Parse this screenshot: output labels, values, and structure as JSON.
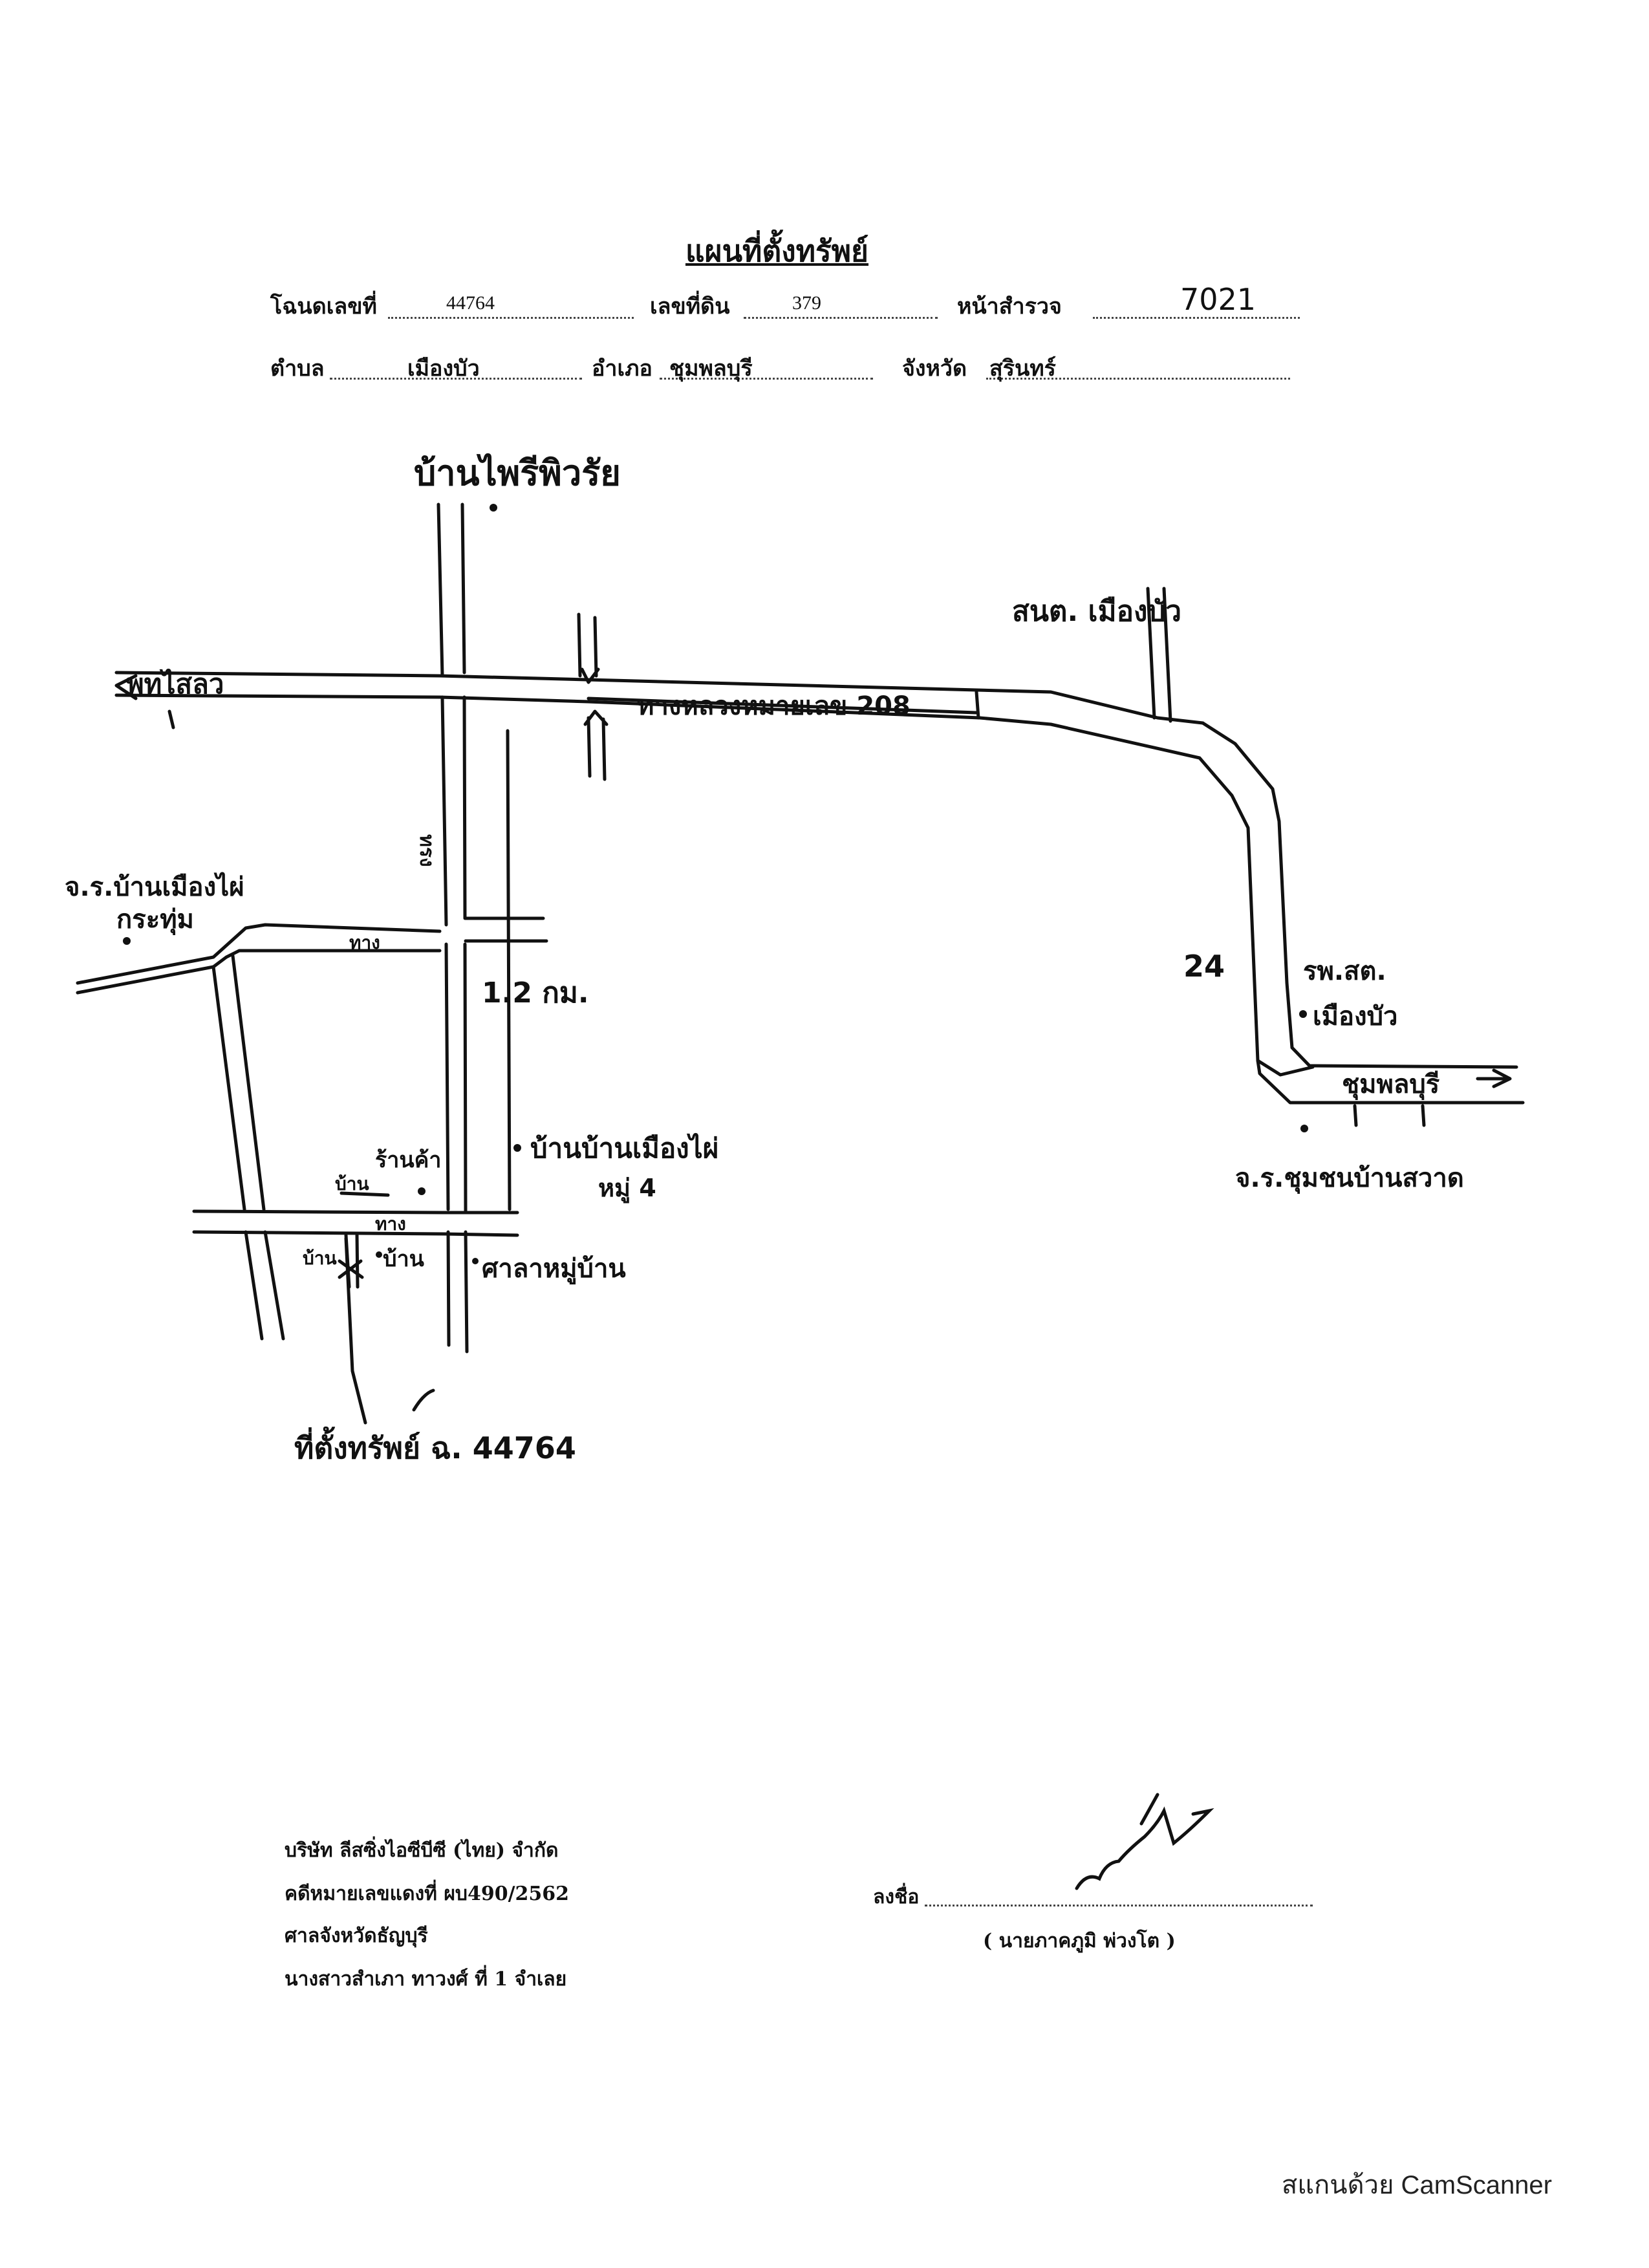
{
  "header": {
    "title": "แผนที่ตั้งทรัพย์",
    "deed_label": "โฉนดเลขที่",
    "deed_no": "44764",
    "land_no_label": "เลขที่ดิน",
    "land_no": "379",
    "survey_page_label": "หน้าสำรวจ",
    "survey_page": "7021",
    "subdistrict_label": "ตำบล",
    "subdistrict": "เมืองบัว",
    "district_label": "อำเภอ",
    "district": "ชุมพลบุรี",
    "province_label": "จังหวัด",
    "province": "สุรินทร์"
  },
  "map": {
    "village_north": "บ้านไพรีพิวรัย",
    "west_arrow": "พทไสลว",
    "highway": "ทางหลวงหมายเลข 208",
    "school_north": "สนต. เมืองบัว",
    "road_side": "ทรง",
    "school_west_1": "จ.ร.บ้านเมืองไผ่",
    "school_west_2": "กระทุ่ม",
    "road_short": "ทาง",
    "distance": "1.2 กม.",
    "cross_road": "ทาง",
    "village_center_1": "บ้านบ้านเมืองไผ่",
    "village_center_2": "หมู่ 4",
    "shop_1": "ร้านค้า",
    "shop_2": "บ้าน",
    "house_left": "บ้าน",
    "house_right": "บ้าน",
    "hall": "ศาลาหมู่บ้าน",
    "property_label": "ที่ตั้งทรัพย์ ฉ. 44764",
    "mark_24": "24",
    "hospital_1": "รพ.สต.",
    "hospital_2": "เมืองบัว",
    "east_arrow": "ชุมพลบุรี",
    "school_east": "จ.ร.ชุมชนบ้านสวาด"
  },
  "footer": {
    "company": "บริษัท ลีสซิ่งไอซีบีซี (ไทย) จำกัด",
    "case": "คดีหมายเลขแดงที่ ผบ490/2562",
    "court": "ศาลจังหวัดธัญบุรี",
    "officer": "นางสาวสำเภา ทาวงศ์ ที่ 1 จำเลย",
    "sign_label": "ลงชื่อ",
    "signer": "( นายภาคภูมิ พ่วงโต )"
  },
  "scanner_badge": "สแกนด้วย CamScanner"
}
